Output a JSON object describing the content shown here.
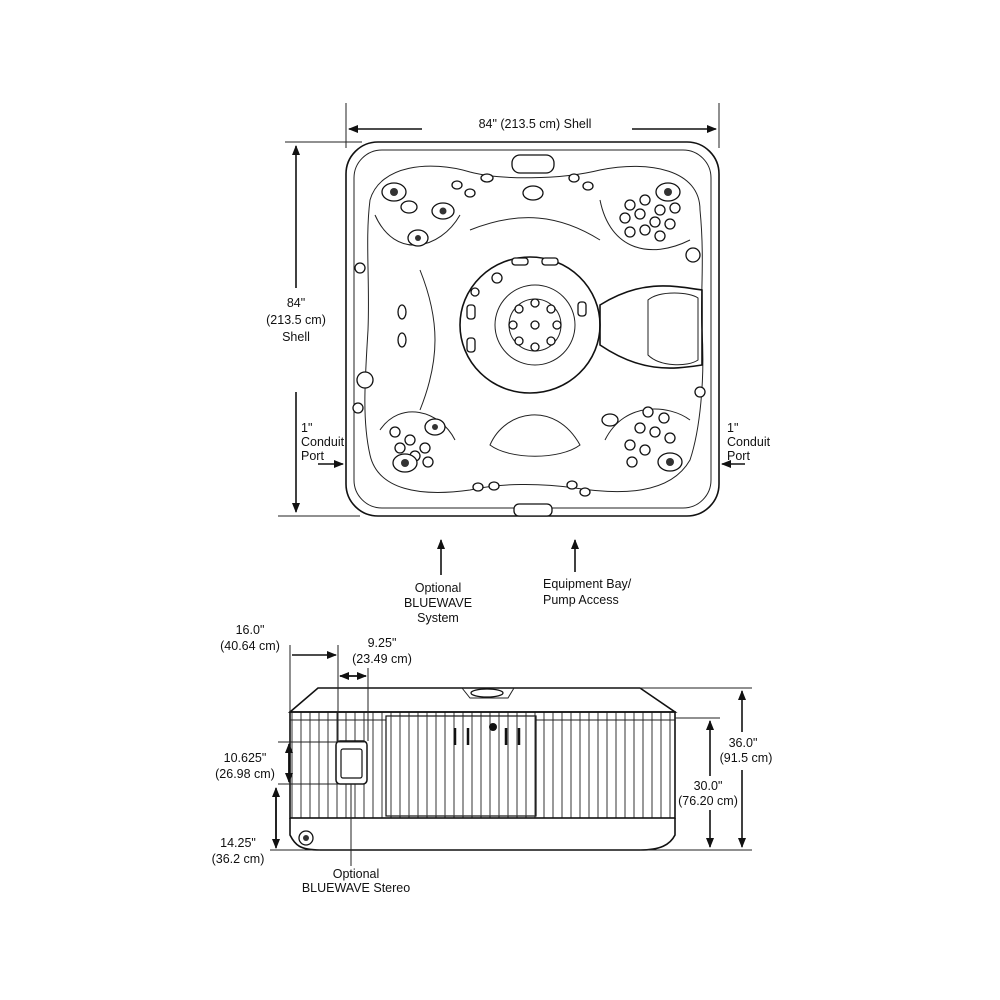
{
  "top_view": {
    "width_label": "84\" (213.5 cm) Shell",
    "height_label": [
      "84\"",
      "(213.5 cm)",
      "Shell"
    ],
    "conduit_left": [
      "1\"",
      "Conduit",
      "Port"
    ],
    "conduit_right": [
      "1\"",
      "Conduit",
      "Port"
    ],
    "optional_bluewave": [
      "Optional",
      "BLUEWAVE",
      "System"
    ],
    "equipment_bay": [
      "Equipment Bay/",
      "Pump Access"
    ]
  },
  "side_view": {
    "dim_16": [
      "16.0\"",
      "(40.64 cm)"
    ],
    "dim_925": [
      "9.25\"",
      "(23.49 cm)"
    ],
    "dim_10625": [
      "10.625\"",
      "(26.98 cm)"
    ],
    "dim_1425": [
      "14.25\"",
      "(36.2 cm)"
    ],
    "dim_36": [
      "36.0\"",
      "(91.5 cm)"
    ],
    "dim_30": [
      "30.0\"",
      "(76.20 cm)"
    ],
    "stereo": [
      "Optional",
      "BLUEWAVE Stereo"
    ]
  }
}
